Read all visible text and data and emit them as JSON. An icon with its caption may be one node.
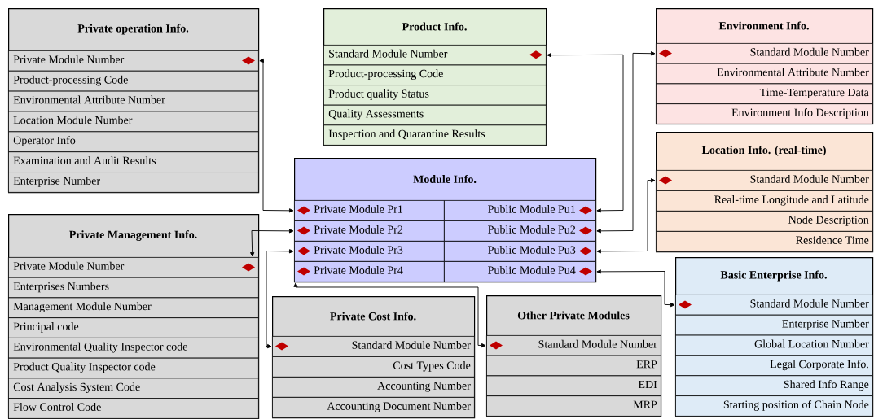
{
  "diagram": {
    "nodes": [
      {
        "text": [
          "Private operation Info."
        ]
      },
      {
        "text": [
          "Private Module Number"
        ],
        "in": 0
      },
      {
        "text": [
          "Product-processing Code"
        ],
        "in": 0
      },
      {
        "text": [
          "Environmental Attribute Number"
        ],
        "in": 0
      },
      {
        "text": [
          "Location Module Number"
        ],
        "in": 0
      },
      {
        "text": [
          "Operator Info"
        ],
        "in": 0
      },
      {
        "text": [
          "Examination and Audit Results"
        ],
        "in": 0
      },
      {
        "text": [
          "Enterprise Number"
        ],
        "in": 0
      },
      {
        "text": [
          "Product Info."
        ]
      },
      {
        "text": [
          "Standard Module Number"
        ],
        "in": 8
      },
      {
        "text": [
          "Product-processing Code"
        ],
        "in": 8
      },
      {
        "text": [
          "Product quality Status"
        ],
        "in": 8
      },
      {
        "text": [
          "Quality Assessments"
        ],
        "in": 8
      },
      {
        "text": [
          "Inspection and Quarantine Results"
        ],
        "in": 8
      },
      {
        "text": [
          "Environment Info."
        ]
      },
      {
        "text": [
          "Standard Module Number"
        ],
        "in": 14
      },
      {
        "text": [
          "Environmental Attribute Number"
        ],
        "in": 14
      },
      {
        "text": [
          "Time-Temperature Data"
        ],
        "in": 14
      },
      {
        "text": [
          "Environment Info Description"
        ],
        "in": 14
      },
      {
        "text": [
          "Location Info. (real-time)"
        ]
      },
      {
        "text": [
          "Standard Module Number"
        ],
        "in": 19
      },
      {
        "text": [
          "Real-time Longitude and Latitude"
        ],
        "in": 19
      },
      {
        "text": [
          "Node Description"
        ],
        "in": 19
      },
      {
        "text": [
          "Residence Time"
        ],
        "in": 19
      },
      {
        "text": [
          "Module Info."
        ]
      },
      {
        "text": [
          "Private Module Pr1"
        ],
        "in": 24
      },
      {
        "text": [
          "Public Module Pu1"
        ],
        "in": 24
      },
      {
        "text": [
          "Private Module Pr2"
        ],
        "in": 24
      },
      {
        "text": [
          "Public Module Pu2"
        ],
        "in": 24
      },
      {
        "text": [
          "Private Module Pr3"
        ],
        "in": 24
      },
      {
        "text": [
          "Public Module Pu3"
        ],
        "in": 24
      },
      {
        "text": [
          "Private Module Pr4"
        ],
        "in": 24
      },
      {
        "text": [
          "Public Module Pu4"
        ],
        "in": 24
      },
      {
        "text": [
          "Private Management Info."
        ]
      },
      {
        "text": [
          "Private Module Number"
        ],
        "in": 33
      },
      {
        "text": [
          "Enterprises Numbers"
        ],
        "in": 33
      },
      {
        "text": [
          "Management Module Number"
        ],
        "in": 33
      },
      {
        "text": [
          "Principal code"
        ],
        "in": 33
      },
      {
        "text": [
          "Environmental Quality Inspector code"
        ],
        "in": 33
      },
      {
        "text": [
          "Product Quality Inspector code"
        ],
        "in": 33
      },
      {
        "text": [
          "Cost Analysis System Code"
        ],
        "in": 33
      },
      {
        "text": [
          "Flow Control Code"
        ],
        "in": 33
      },
      {
        "text": [
          "Private Cost Info."
        ]
      },
      {
        "text": [
          "Standard Module Number"
        ],
        "in": 42
      },
      {
        "text": [
          "Cost Types Code"
        ],
        "in": 42
      },
      {
        "text": [
          "Accounting Number"
        ],
        "in": 42
      },
      {
        "text": [
          "Accounting Document Number"
        ],
        "in": 42
      },
      {
        "text": [
          "Other Private Modules"
        ]
      },
      {
        "text": [
          "Standard Module Number"
        ],
        "in": 47
      },
      {
        "text": [
          "ERP"
        ],
        "in": 47
      },
      {
        "text": [
          "EDI"
        ],
        "in": 47
      },
      {
        "text": [
          "MRP"
        ],
        "in": 47
      },
      {
        "text": [
          "Basic Enterprise Info."
        ]
      },
      {
        "text": [
          "Standard Module Number"
        ],
        "in": 52
      },
      {
        "text": [
          "Enterprise Number"
        ],
        "in": 52
      },
      {
        "text": [
          "Global Location Number"
        ],
        "in": 52
      },
      {
        "text": [
          "Legal Corporate Info."
        ],
        "in": 52
      },
      {
        "text": [
          "Shared Info Range"
        ],
        "in": 52
      },
      {
        "text": [
          "Starting position of Chain Node"
        ],
        "in": 52
      }
    ],
    "edges": [
      {
        "from": 25,
        "to": 1,
        "arrow": "both"
      },
      {
        "from": 27,
        "to": 34,
        "arrow": "both"
      },
      {
        "from": 29,
        "to": 43,
        "arrow": "both"
      },
      {
        "from": 31,
        "to": 48,
        "arrow": "both"
      },
      {
        "from": 26,
        "to": 9,
        "arrow": "both"
      },
      {
        "from": 28,
        "to": 15,
        "arrow": "both"
      },
      {
        "from": 30,
        "to": 20,
        "arrow": "both"
      },
      {
        "from": 32,
        "to": 53,
        "arrow": "both"
      }
    ]
  }
}
